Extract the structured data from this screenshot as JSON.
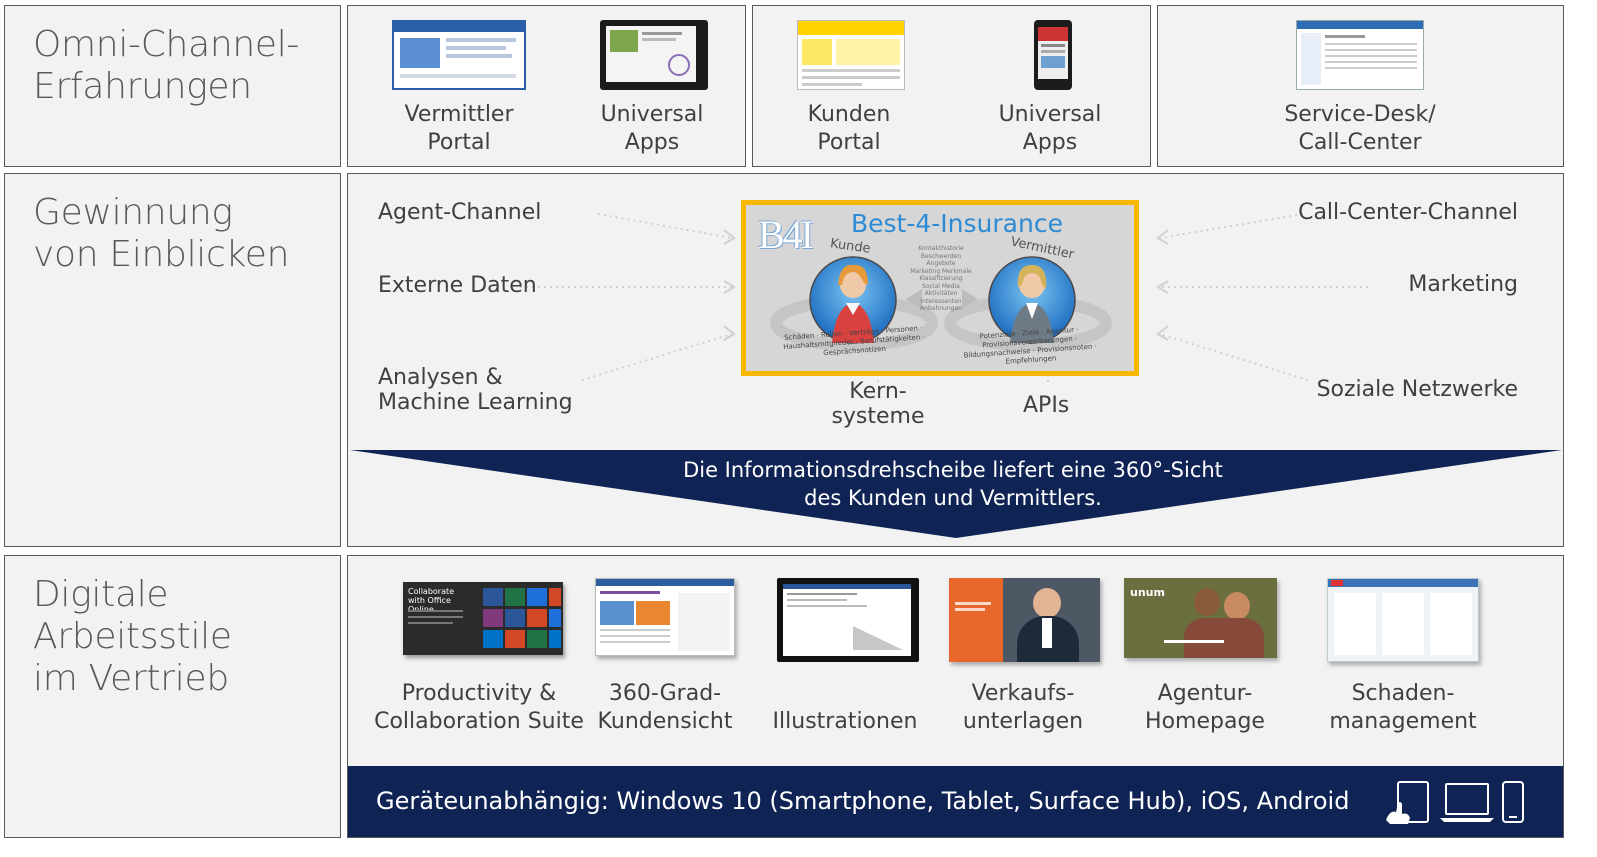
{
  "rows": {
    "omni": {
      "title": "Omni-Channel-Erfahrungen"
    },
    "insights": {
      "title": "Gewinnung von Einblicken"
    },
    "work": {
      "title": "Digitale Arbeitsstile im Vertrieb"
    }
  },
  "omni_items": [
    {
      "label": "Vermittler Portal",
      "icon": "agent-portal-screenshot"
    },
    {
      "label": "Universal Apps",
      "icon": "tablet-app-screenshot"
    },
    {
      "label": "Kunden Portal",
      "icon": "customer-portal-screenshot"
    },
    {
      "label": "Universal Apps",
      "icon": "phone-app-screenshot"
    },
    {
      "label": "Service-Desk/ Call-Center",
      "icon": "service-desk-screenshot"
    }
  ],
  "insights": {
    "left_sources": [
      "Agent-Channel",
      "Externe Daten",
      "Analysen & Machine Learning"
    ],
    "right_sources": [
      "Call-Center-Channel",
      "Marketing",
      "Soziale Netzwerke"
    ],
    "hub": {
      "logo": "B4I",
      "title": "Best-4-Insurance",
      "customer_label": "Kunde",
      "agent_label": "Vermittler",
      "center_terms": [
        "Kontakthistorie",
        "Beschwerden",
        "Angebote",
        "Marketing Merkmale",
        "Klassifizierung",
        "Social Media Aktivitäten",
        "Interessenten",
        "Anbahnungen"
      ],
      "customer_ring": "Schäden · Rollen · Verträge · Personen · Haushaltsmitglieder · Berufstätigkeiten · Gesprächsnotizen",
      "agent_ring": "Potenziale · Ziele · Agentur · Provisionsvereinbarungen · Bildungsnachweise · Provisionsnoten · Empfehlungen"
    },
    "bottom_systems": [
      "Kern- systeme",
      "APIs"
    ],
    "banner": "Die Informationsdrehscheibe liefert eine 360°-Sicht des Kunden und Vermittlers.",
    "colors": {
      "hub_border": "#f5b800",
      "banner": "#0f2454",
      "hub_title": "#2e8bd3"
    }
  },
  "work_items": [
    {
      "label": "Productivity & Collaboration Suite",
      "icon": "office-online-screenshot",
      "thumb_text": "Collaborate with Office Online"
    },
    {
      "label": "360-Grad- Kundensicht",
      "icon": "crm-screenshot"
    },
    {
      "label": "Illustrationen",
      "icon": "surface-illustration-screenshot"
    },
    {
      "label": "Verkaufs- unterlagen",
      "icon": "sales-material-screenshot"
    },
    {
      "label": "Agentur- Homepage",
      "icon": "agency-homepage-screenshot",
      "thumb_text": "unum"
    },
    {
      "label": "Schaden- management",
      "icon": "claims-management-screenshot"
    }
  ],
  "footer": {
    "text": "Geräteunabhängig: Windows 10 (Smartphone, Tablet, Surface Hub), iOS, Android",
    "icons": [
      "touch-tablet-icon",
      "laptop-icon",
      "phone-icon"
    ],
    "color": "#0f2454"
  }
}
